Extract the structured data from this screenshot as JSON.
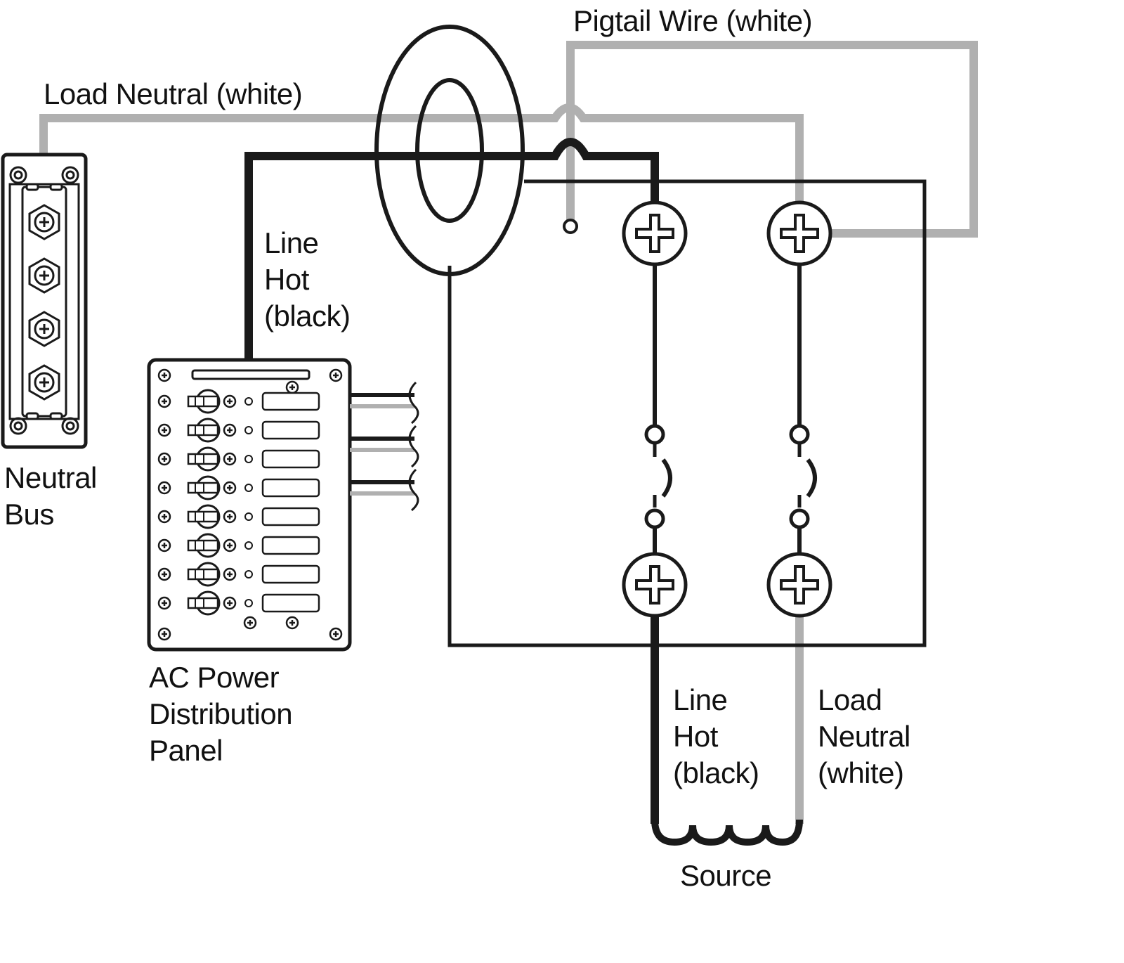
{
  "labels": {
    "pigtail_wire": "Pigtail Wire (white)",
    "load_neutral_top": "Load Neutral (white)",
    "line_hot_left": [
      "Line",
      "Hot",
      "(black)"
    ],
    "neutral_bus": [
      "Neutral",
      "Bus"
    ],
    "ac_panel": [
      "AC Power",
      "Distribution",
      "Panel"
    ],
    "line_hot_bottom": [
      "Line",
      "Hot",
      "(black)"
    ],
    "load_neutral_bottom": [
      "Load",
      "Neutral",
      "(white)"
    ],
    "source": "Source"
  },
  "colors": {
    "hot_wire": "#1a1a1a",
    "neutral_wire": "#b0b0b0",
    "background": "#ffffff"
  },
  "panel": {
    "breaker_count": 8
  }
}
